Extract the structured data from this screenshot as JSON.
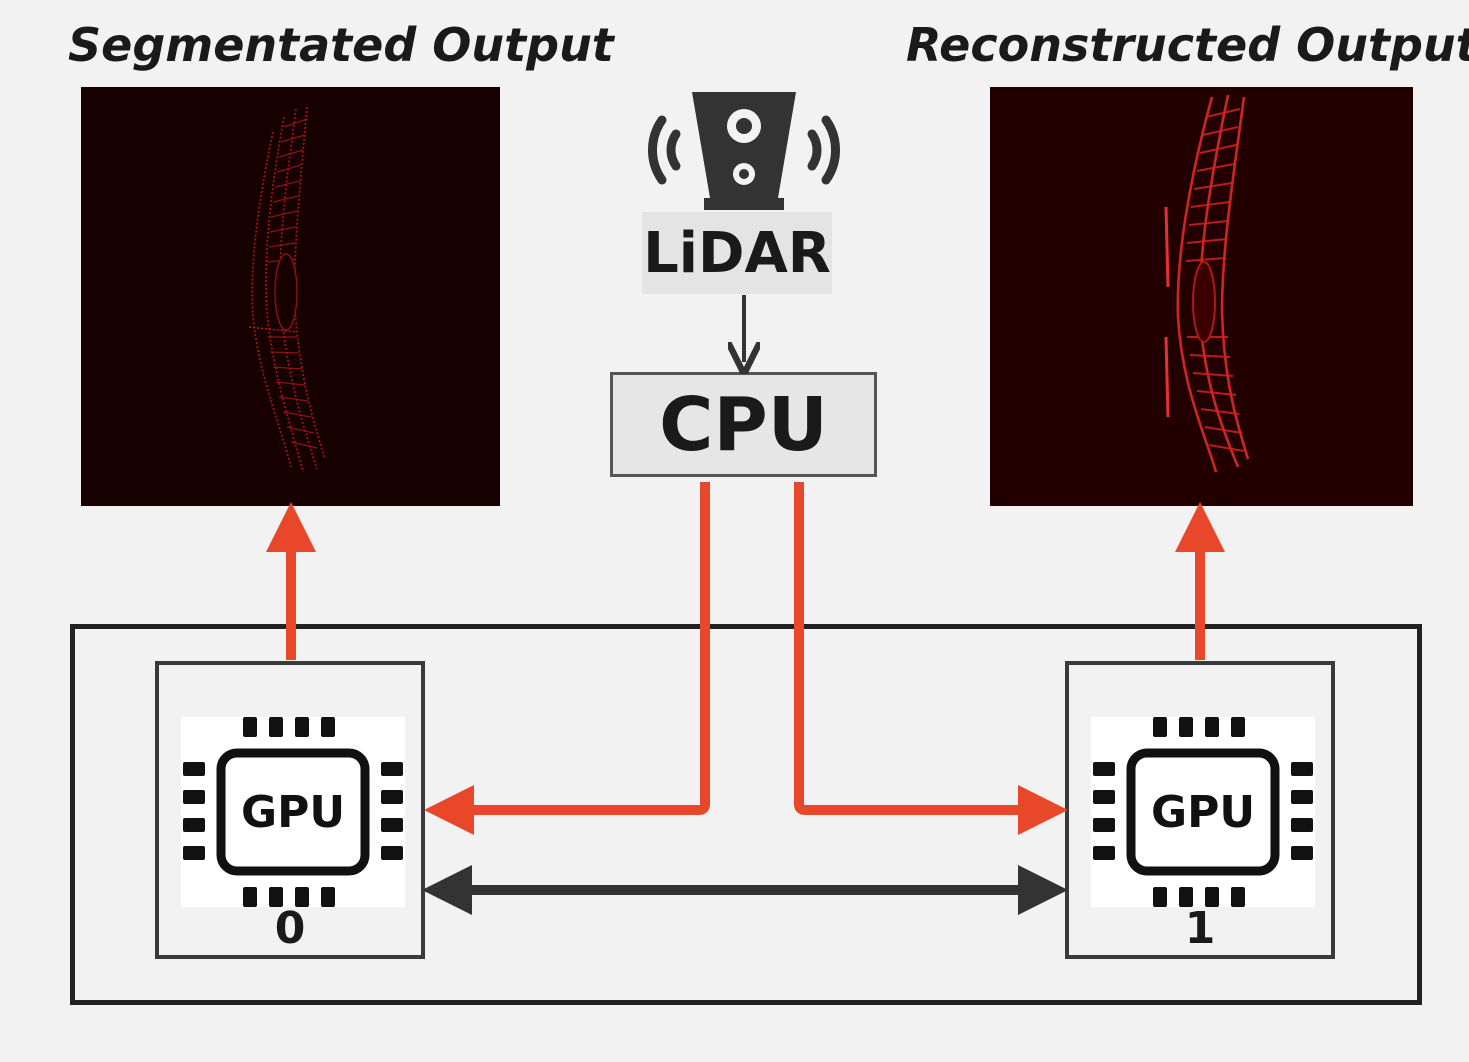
{
  "titles": {
    "segmented": "Segmentated Output",
    "reconstructed": "Reconstructed Output"
  },
  "lidar": {
    "label": "LiDAR",
    "icon": "lidar-sensor-icon"
  },
  "cpu": {
    "label": "CPU"
  },
  "gpus": [
    {
      "label": "GPU",
      "index": "0"
    },
    {
      "label": "GPU",
      "index": "1"
    }
  ],
  "colors": {
    "background": "#f2f2f2",
    "data_flow": "#e8472a",
    "link": "#333333",
    "panel_dark": "#170000",
    "point_red": "#d42020"
  }
}
